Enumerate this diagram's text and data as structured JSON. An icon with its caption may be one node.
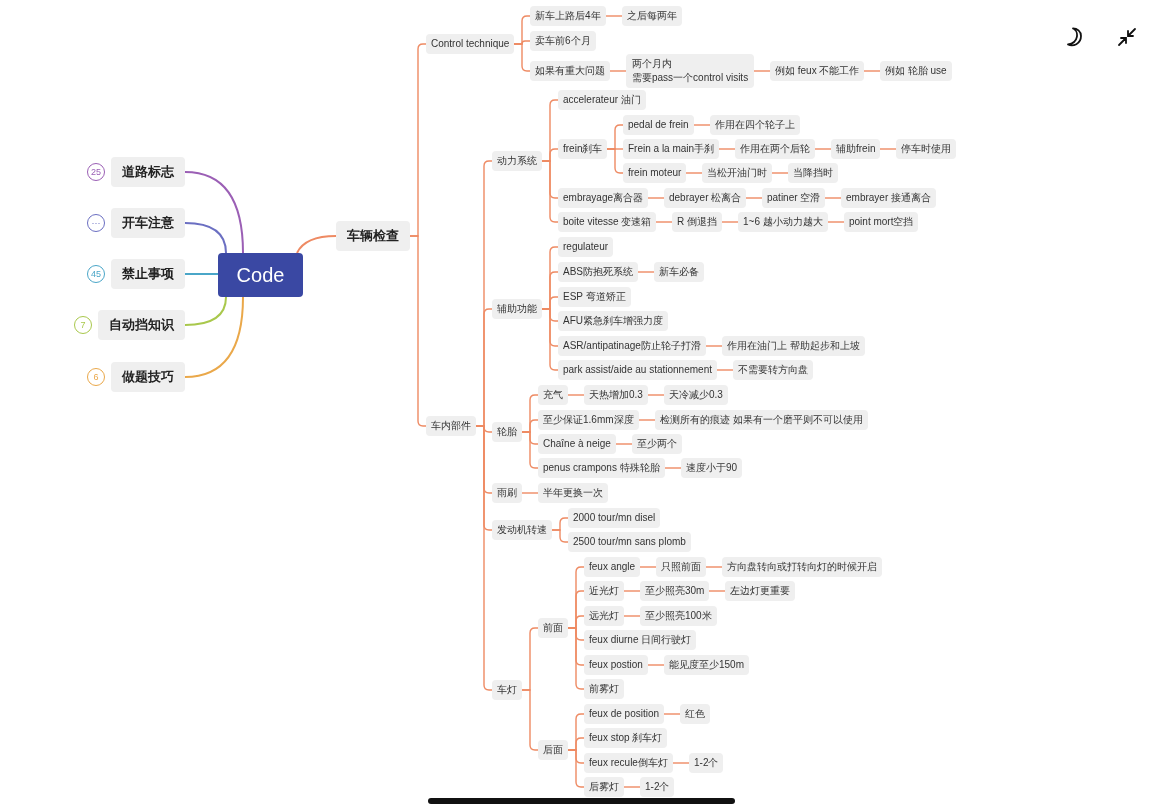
{
  "diagram": {
    "nodes": [
      {
        "text": [
          "Code"
        ]
      },
      {
        "text": [
          "道路标志"
        ],
        "beside": [
          "25"
        ]
      },
      {
        "text": [
          "开车注意"
        ],
        "beside": [
          "···"
        ]
      },
      {
        "text": [
          "禁止事项"
        ],
        "beside": [
          "45"
        ]
      },
      {
        "text": [
          "自动挡知识"
        ],
        "beside": [
          "7"
        ]
      },
      {
        "text": [
          "做题技巧"
        ],
        "beside": [
          "6"
        ]
      },
      {
        "text": [
          "车辆检查"
        ]
      },
      {
        "text": [
          "Control technique"
        ]
      },
      {
        "text": [
          "新车上路后4年"
        ]
      },
      {
        "text": [
          "之后每两年"
        ]
      },
      {
        "text": [
          "卖车前6个月"
        ]
      },
      {
        "text": [
          "如果有重大问题"
        ]
      },
      {
        "text": [
          "两个月内需要pass一个control visits"
        ]
      },
      {
        "text": [
          "例如 feux 不能工作"
        ]
      },
      {
        "text": [
          "例如 轮胎 use"
        ]
      },
      {
        "text": [
          "车内部件"
        ]
      },
      {
        "text": [
          "动力系统"
        ]
      },
      {
        "text": [
          "accelerateur 油门"
        ]
      },
      {
        "text": [
          "frein刹车"
        ]
      },
      {
        "text": [
          "pedal de frein"
        ]
      },
      {
        "text": [
          "作用在四个轮子上"
        ]
      },
      {
        "text": [
          "Frein a la main手刹"
        ]
      },
      {
        "text": [
          "作用在两个后轮"
        ]
      },
      {
        "text": [
          "辅助frein"
        ]
      },
      {
        "text": [
          "停车时使用"
        ]
      },
      {
        "text": [
          "frein moteur"
        ]
      },
      {
        "text": [
          "当松开油门时"
        ]
      },
      {
        "text": [
          "当降挡时"
        ]
      },
      {
        "text": [
          "embrayage离合器"
        ]
      },
      {
        "text": [
          "debrayer 松离合"
        ]
      },
      {
        "text": [
          "patiner 空滑"
        ]
      },
      {
        "text": [
          "embrayer 接通离合"
        ]
      },
      {
        "text": [
          "boite vitesse 变速箱"
        ]
      },
      {
        "text": [
          "R 倒退挡"
        ]
      },
      {
        "text": [
          "1~6 越小动力越大"
        ]
      },
      {
        "text": [
          "point mort空挡"
        ]
      },
      {
        "text": [
          "辅助功能"
        ]
      },
      {
        "text": [
          "regulateur"
        ]
      },
      {
        "text": [
          "ABS防抱死系统"
        ]
      },
      {
        "text": [
          "新车必备"
        ]
      },
      {
        "text": [
          "ESP 弯道矫正"
        ]
      },
      {
        "text": [
          "AFU紧急刹车增强力度"
        ]
      },
      {
        "text": [
          "ASR/antipatinage防止轮子打滑"
        ]
      },
      {
        "text": [
          "作用在油门上 帮助起步和上坡"
        ]
      },
      {
        "text": [
          "park assist/aide au stationnement"
        ]
      },
      {
        "text": [
          "不需要转方向盘"
        ]
      },
      {
        "text": [
          "轮胎"
        ]
      },
      {
        "text": [
          "充气"
        ]
      },
      {
        "text": [
          "天热增加0.3"
        ]
      },
      {
        "text": [
          "天冷减少0.3"
        ]
      },
      {
        "text": [
          "至少保证1.6mm深度"
        ]
      },
      {
        "text": [
          "检测所有的痕迹 如果有一个磨平则不可以使用"
        ]
      },
      {
        "text": [
          "Chaîne à neige"
        ]
      },
      {
        "text": [
          "至少两个"
        ]
      },
      {
        "text": [
          "penus crampons 特殊轮胎"
        ]
      },
      {
        "text": [
          "速度小于90"
        ]
      },
      {
        "text": [
          "雨刷"
        ]
      },
      {
        "text": [
          "半年更换一次"
        ]
      },
      {
        "text": [
          "发动机转速"
        ]
      },
      {
        "text": [
          "2000 tour/mn disel"
        ]
      },
      {
        "text": [
          "2500 tour/mn sans plomb"
        ]
      },
      {
        "text": [
          "车灯"
        ]
      },
      {
        "text": [
          "前面"
        ]
      },
      {
        "text": [
          "feux angle"
        ]
      },
      {
        "text": [
          "只照前面"
        ]
      },
      {
        "text": [
          "方向盘转向或打转向灯的时候开启"
        ]
      },
      {
        "text": [
          "近光灯"
        ]
      },
      {
        "text": [
          "至少照亮30m"
        ]
      },
      {
        "text": [
          "左边灯更重要"
        ]
      },
      {
        "text": [
          "远光灯"
        ]
      },
      {
        "text": [
          "至少照亮100米"
        ]
      },
      {
        "text": [
          "feux diurne 日间行驶灯"
        ]
      },
      {
        "text": [
          "feux postion"
        ]
      },
      {
        "text": [
          "能见度至少150m"
        ]
      },
      {
        "text": [
          "前雾灯"
        ]
      },
      {
        "text": [
          "后面"
        ]
      },
      {
        "text": [
          "feux de position"
        ]
      },
      {
        "text": [
          "红色"
        ]
      },
      {
        "text": [
          "feux stop 刹车灯"
        ]
      },
      {
        "text": [
          "feux recule倒车灯"
        ]
      },
      {
        "text": [
          "1-2个"
        ]
      },
      {
        "text": [
          "后雾灯"
        ]
      },
      {
        "text": [
          "1-2个"
        ]
      }
    ],
    "edges": [
      {
        "from": 0,
        "to": 1,
        "arrow": "none",
        "color": "#9b5fb5"
      },
      {
        "from": 0,
        "to": 2,
        "arrow": "none",
        "color": "#6b6fc2"
      },
      {
        "from": 0,
        "to": 3,
        "arrow": "none",
        "color": "#4aa6c8"
      },
      {
        "from": 0,
        "to": 4,
        "arrow": "none",
        "color": "#a9c84c"
      },
      {
        "from": 0,
        "to": 5,
        "arrow": "none",
        "color": "#eaa84a"
      },
      {
        "from": 0,
        "to": 6,
        "arrow": "none"
      },
      {
        "from": 6,
        "to": 7,
        "arrow": "none"
      },
      {
        "from": 7,
        "to": 8,
        "arrow": "none"
      },
      {
        "from": 8,
        "to": 9,
        "arrow": "none"
      },
      {
        "from": 7,
        "to": 10,
        "arrow": "none"
      },
      {
        "from": 7,
        "to": 11,
        "arrow": "none"
      },
      {
        "from": 11,
        "to": 12,
        "arrow": "none"
      },
      {
        "from": 12,
        "to": 13,
        "arrow": "none"
      },
      {
        "from": 13,
        "to": 14,
        "arrow": "none"
      },
      {
        "from": 6,
        "to": 15,
        "arrow": "none"
      },
      {
        "from": 15,
        "to": 16,
        "arrow": "none"
      },
      {
        "from": 16,
        "to": 17,
        "arrow": "none"
      },
      {
        "from": 16,
        "to": 18,
        "arrow": "none"
      },
      {
        "from": 18,
        "to": 19,
        "arrow": "none"
      },
      {
        "from": 19,
        "to": 20,
        "arrow": "none"
      },
      {
        "from": 18,
        "to": 21,
        "arrow": "none"
      },
      {
        "from": 21,
        "to": 22,
        "arrow": "none"
      },
      {
        "from": 22,
        "to": 23,
        "arrow": "none"
      },
      {
        "from": 23,
        "to": 24,
        "arrow": "none"
      },
      {
        "from": 18,
        "to": 25,
        "arrow": "none"
      },
      {
        "from": 25,
        "to": 26,
        "arrow": "none"
      },
      {
        "from": 26,
        "to": 27,
        "arrow": "none"
      },
      {
        "from": 16,
        "to": 28,
        "arrow": "none"
      },
      {
        "from": 28,
        "to": 29,
        "arrow": "none"
      },
      {
        "from": 29,
        "to": 30,
        "arrow": "none"
      },
      {
        "from": 30,
        "to": 31,
        "arrow": "none"
      },
      {
        "from": 16,
        "to": 32,
        "arrow": "none"
      },
      {
        "from": 32,
        "to": 33,
        "arrow": "none"
      },
      {
        "from": 33,
        "to": 34,
        "arrow": "none"
      },
      {
        "from": 34,
        "to": 35,
        "arrow": "none"
      },
      {
        "from": 15,
        "to": 36,
        "arrow": "none"
      },
      {
        "from": 36,
        "to": 37,
        "arrow": "none"
      },
      {
        "from": 36,
        "to": 38,
        "arrow": "none"
      },
      {
        "from": 38,
        "to": 39,
        "arrow": "none"
      },
      {
        "from": 36,
        "to": 40,
        "arrow": "none"
      },
      {
        "from": 36,
        "to": 41,
        "arrow": "none"
      },
      {
        "from": 36,
        "to": 42,
        "arrow": "none"
      },
      {
        "from": 42,
        "to": 43,
        "arrow": "none"
      },
      {
        "from": 36,
        "to": 44,
        "arrow": "none"
      },
      {
        "from": 44,
        "to": 45,
        "arrow": "none"
      },
      {
        "from": 15,
        "to": 46,
        "arrow": "none"
      },
      {
        "from": 46,
        "to": 47,
        "arrow": "none"
      },
      {
        "from": 47,
        "to": 48,
        "arrow": "none"
      },
      {
        "from": 48,
        "to": 49,
        "arrow": "none"
      },
      {
        "from": 46,
        "to": 50,
        "arrow": "none"
      },
      {
        "from": 50,
        "to": 51,
        "arrow": "none"
      },
      {
        "from": 46,
        "to": 52,
        "arrow": "none"
      },
      {
        "from": 52,
        "to": 53,
        "arrow": "none"
      },
      {
        "from": 46,
        "to": 54,
        "arrow": "none"
      },
      {
        "from": 54,
        "to": 55,
        "arrow": "none"
      },
      {
        "from": 15,
        "to": 56,
        "arrow": "none"
      },
      {
        "from": 56,
        "to": 57,
        "arrow": "none"
      },
      {
        "from": 15,
        "to": 58,
        "arrow": "none"
      },
      {
        "from": 58,
        "to": 59,
        "arrow": "none"
      },
      {
        "from": 58,
        "to": 60,
        "arrow": "none"
      },
      {
        "from": 15,
        "to": 61,
        "arrow": "none"
      },
      {
        "from": 61,
        "to": 62,
        "arrow": "none"
      },
      {
        "from": 62,
        "to": 63,
        "arrow": "none"
      },
      {
        "from": 63,
        "to": 64,
        "arrow": "none"
      },
      {
        "from": 64,
        "to": 65,
        "arrow": "none"
      },
      {
        "from": 62,
        "to": 66,
        "arrow": "none"
      },
      {
        "from": 66,
        "to": 67,
        "arrow": "none"
      },
      {
        "from": 67,
        "to": 68,
        "arrow": "none"
      },
      {
        "from": 62,
        "to": 69,
        "arrow": "none"
      },
      {
        "from": 69,
        "to": 70,
        "arrow": "none"
      },
      {
        "from": 62,
        "to": 71,
        "arrow": "none"
      },
      {
        "from": 62,
        "to": 72,
        "arrow": "none"
      },
      {
        "from": 72,
        "to": 73,
        "arrow": "none"
      },
      {
        "from": 62,
        "to": 74,
        "arrow": "none"
      },
      {
        "from": 61,
        "to": 75,
        "arrow": "none"
      },
      {
        "from": 75,
        "to": 76,
        "arrow": "none"
      },
      {
        "from": 76,
        "to": 77,
        "arrow": "none"
      },
      {
        "from": 75,
        "to": 78,
        "arrow": "none"
      },
      {
        "from": 75,
        "to": 79,
        "arrow": "none"
      },
      {
        "from": 79,
        "to": 80,
        "arrow": "none"
      },
      {
        "from": 75,
        "to": 81,
        "arrow": "none"
      },
      {
        "from": 81,
        "to": 82,
        "arrow": "none"
      }
    ]
  }
}
